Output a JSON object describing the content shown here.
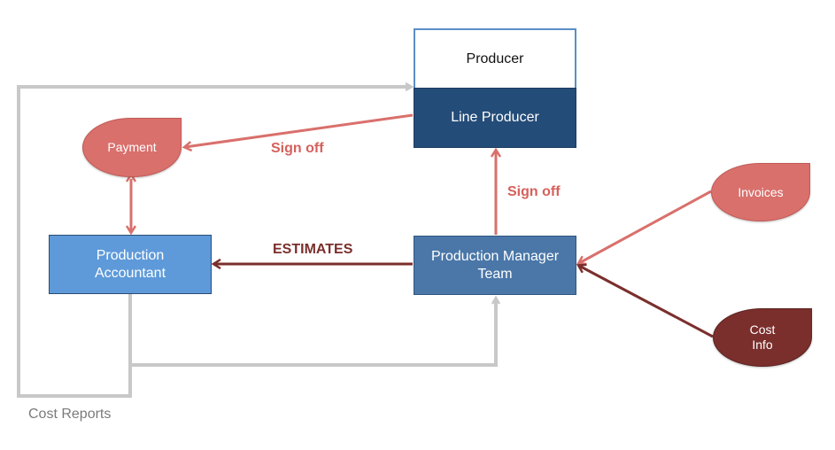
{
  "nodes": {
    "producer": "Producer",
    "line_producer": "Line Producer",
    "production_manager_team": "Production Manager\nTeam",
    "production_accountant": "Production\nAccountant",
    "payment": "Payment",
    "invoices": "Invoices",
    "cost_info": "Cost\nInfo"
  },
  "edge_labels": {
    "sign_off_payment": "Sign off",
    "sign_off_line_producer": "Sign off",
    "estimates": "ESTIMATES",
    "cost_reports": "Cost Reports"
  },
  "colors": {
    "producer_border": "#5b8ec7",
    "line_producer_fill": "#244c78",
    "pm_team_fill": "#4a77a8",
    "accountant_fill": "#5e9ad9",
    "salmon": "#d9706c",
    "maroon": "#7a2f2c",
    "gray_connector": "#c8c8c8"
  }
}
